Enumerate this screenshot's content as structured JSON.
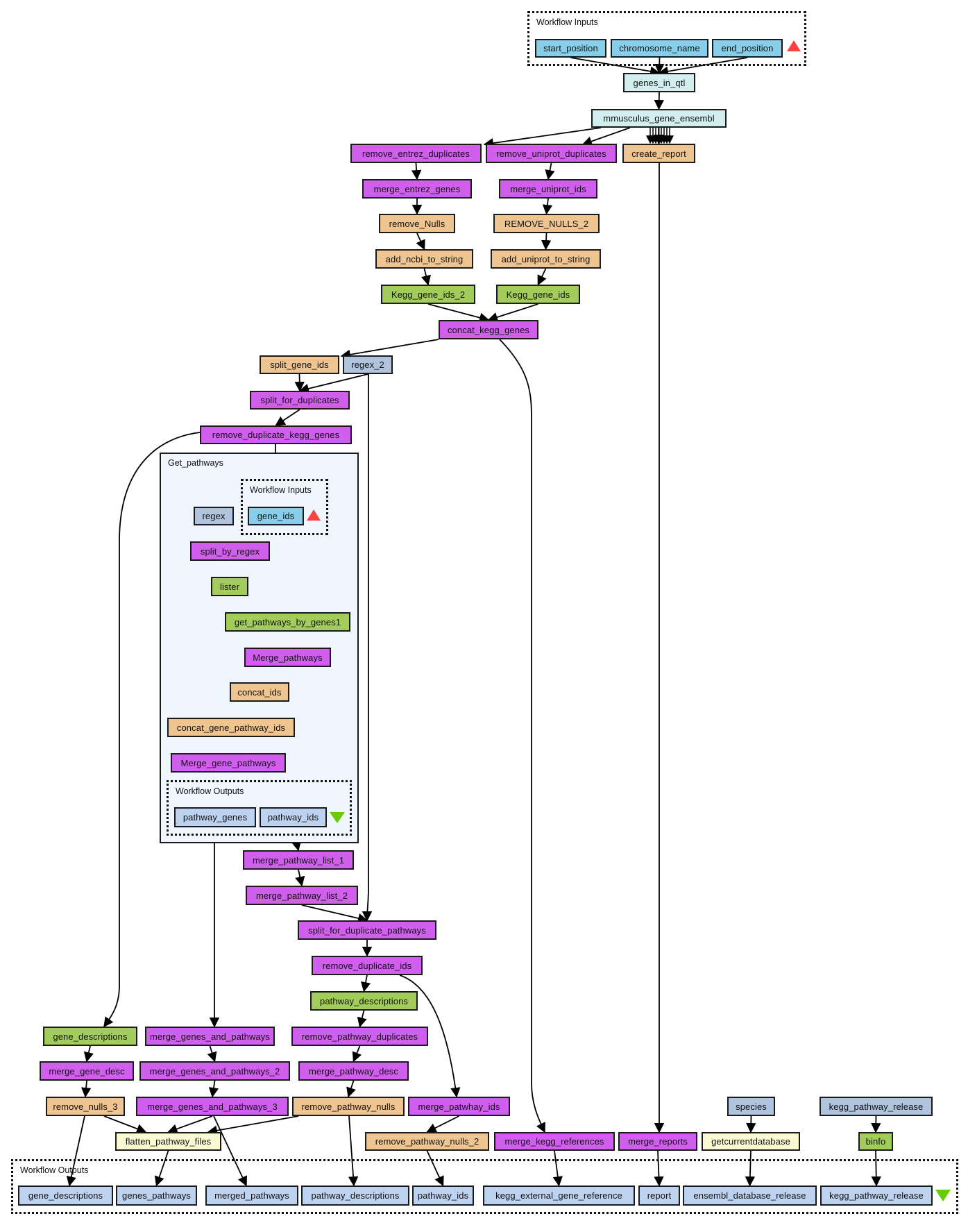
{
  "diagram": {
    "type": "workflow",
    "colors": {
      "input": "#87ceeb",
      "beanshell": "#d15fee",
      "localworker": "#eec591",
      "rest_service": "#a2cd5a",
      "biomart": "#d2eeee",
      "constant": "#b0c4de",
      "xpath": "#fafad2",
      "output": "#bcd2ee",
      "subworkflow_bg": "#eff6fe",
      "input_marker": "#ff4040",
      "output_marker": "#66cd00"
    },
    "groups": {
      "top_inputs": "Workflow Inputs",
      "get_pathways": "Get_pathways",
      "get_pathways_inputs": "Workflow Inputs",
      "get_pathways_outputs": "Workflow Outputs",
      "bottom_outputs": "Workflow Outputs"
    },
    "nodes": [
      {
        "id": "start_position",
        "label": "start_position",
        "kind": "input"
      },
      {
        "id": "chromosome_name",
        "label": "chromosome_name",
        "kind": "input"
      },
      {
        "id": "end_position",
        "label": "end_position",
        "kind": "input"
      },
      {
        "id": "genes_in_qtl",
        "label": "genes_in_qtl",
        "kind": "biomart"
      },
      {
        "id": "mmusculus_gene_ensembl",
        "label": "mmusculus_gene_ensembl",
        "kind": "biomart"
      },
      {
        "id": "remove_entrez_duplicates",
        "label": "remove_entrez_duplicates",
        "kind": "beanshell"
      },
      {
        "id": "remove_uniprot_duplicates",
        "label": "remove_uniprot_duplicates",
        "kind": "beanshell"
      },
      {
        "id": "create_report",
        "label": "create_report",
        "kind": "localworker"
      },
      {
        "id": "merge_entrez_genes",
        "label": "merge_entrez_genes",
        "kind": "beanshell"
      },
      {
        "id": "merge_uniprot_ids",
        "label": "merge_uniprot_ids",
        "kind": "beanshell"
      },
      {
        "id": "remove_Nulls",
        "label": "remove_Nulls",
        "kind": "localworker"
      },
      {
        "id": "REMOVE_NULLS_2",
        "label": "REMOVE_NULLS_2",
        "kind": "localworker"
      },
      {
        "id": "add_ncbi_to_string",
        "label": "add_ncbi_to_string",
        "kind": "localworker"
      },
      {
        "id": "add_uniprot_to_string",
        "label": "add_uniprot_to_string",
        "kind": "localworker"
      },
      {
        "id": "Kegg_gene_ids_2",
        "label": "Kegg_gene_ids_2",
        "kind": "rest_service"
      },
      {
        "id": "Kegg_gene_ids",
        "label": "Kegg_gene_ids",
        "kind": "rest_service"
      },
      {
        "id": "concat_kegg_genes",
        "label": "concat_kegg_genes",
        "kind": "beanshell"
      },
      {
        "id": "split_gene_ids",
        "label": "split_gene_ids",
        "kind": "localworker"
      },
      {
        "id": "regex_2",
        "label": "regex_2",
        "kind": "constant"
      },
      {
        "id": "split_for_duplicates",
        "label": "split_for_duplicates",
        "kind": "beanshell"
      },
      {
        "id": "remove_duplicate_kegg_genes",
        "label": "remove_duplicate_kegg_genes",
        "kind": "beanshell"
      },
      {
        "id": "regex",
        "label": "regex",
        "kind": "constant"
      },
      {
        "id": "gene_ids",
        "label": "gene_ids",
        "kind": "input"
      },
      {
        "id": "split_by_regex",
        "label": "split_by_regex",
        "kind": "beanshell"
      },
      {
        "id": "lister",
        "label": "lister",
        "kind": "rest_service"
      },
      {
        "id": "get_pathways_by_genes1",
        "label": "get_pathways_by_genes1",
        "kind": "rest_service"
      },
      {
        "id": "Merge_pathways",
        "label": "Merge_pathways",
        "kind": "beanshell"
      },
      {
        "id": "concat_ids",
        "label": "concat_ids",
        "kind": "localworker"
      },
      {
        "id": "concat_gene_pathway_ids",
        "label": "concat_gene_pathway_ids",
        "kind": "localworker"
      },
      {
        "id": "Merge_gene_pathways",
        "label": "Merge_gene_pathways",
        "kind": "beanshell"
      },
      {
        "id": "pathway_genes",
        "label": "pathway_genes",
        "kind": "output"
      },
      {
        "id": "pathway_ids_sub",
        "label": "pathway_ids",
        "kind": "output"
      },
      {
        "id": "merge_pathway_list_1",
        "label": "merge_pathway_list_1",
        "kind": "beanshell"
      },
      {
        "id": "merge_pathway_list_2",
        "label": "merge_pathway_list_2",
        "kind": "beanshell"
      },
      {
        "id": "split_for_duplicate_pathways",
        "label": "split_for_duplicate_pathways",
        "kind": "beanshell"
      },
      {
        "id": "remove_duplicate_ids",
        "label": "remove_duplicate_ids",
        "kind": "beanshell"
      },
      {
        "id": "pathway_descriptions_step",
        "label": "pathway_descriptions",
        "kind": "rest_service"
      },
      {
        "id": "gene_descriptions_step",
        "label": "gene_descriptions",
        "kind": "rest_service"
      },
      {
        "id": "merge_genes_and_pathways",
        "label": "merge_genes_and_pathways",
        "kind": "beanshell"
      },
      {
        "id": "remove_pathway_duplicates",
        "label": "remove_pathway_duplicates",
        "kind": "beanshell"
      },
      {
        "id": "merge_gene_desc",
        "label": "merge_gene_desc",
        "kind": "beanshell"
      },
      {
        "id": "merge_genes_and_pathways_2",
        "label": "merge_genes_and_pathways_2",
        "kind": "beanshell"
      },
      {
        "id": "merge_pathway_desc",
        "label": "merge_pathway_desc",
        "kind": "beanshell"
      },
      {
        "id": "remove_nulls_3",
        "label": "remove_nulls_3",
        "kind": "localworker"
      },
      {
        "id": "merge_genes_and_pathways_3",
        "label": "merge_genes_and_pathways_3",
        "kind": "beanshell"
      },
      {
        "id": "remove_pathway_nulls",
        "label": "remove_pathway_nulls",
        "kind": "localworker"
      },
      {
        "id": "merge_patwhay_ids",
        "label": "merge_patwhay_ids",
        "kind": "beanshell"
      },
      {
        "id": "flatten_pathway_files",
        "label": "flatten_pathway_files",
        "kind": "xpath"
      },
      {
        "id": "remove_pathway_nulls_2",
        "label": "remove_pathway_nulls_2",
        "kind": "localworker"
      },
      {
        "id": "merge_kegg_references",
        "label": "merge_kegg_references",
        "kind": "beanshell"
      },
      {
        "id": "merge_reports",
        "label": "merge_reports",
        "kind": "beanshell"
      },
      {
        "id": "getcurrentdatabase",
        "label": "getcurrentdatabase",
        "kind": "xpath"
      },
      {
        "id": "species",
        "label": "species",
        "kind": "constant"
      },
      {
        "id": "kegg_pathway_release_in",
        "label": "kegg_pathway_release",
        "kind": "constant"
      },
      {
        "id": "binfo",
        "label": "binfo",
        "kind": "rest_service"
      },
      {
        "id": "out_gene_descriptions",
        "label": "gene_descriptions",
        "kind": "output"
      },
      {
        "id": "out_genes_pathways",
        "label": "genes_pathways",
        "kind": "output"
      },
      {
        "id": "out_merged_pathways",
        "label": "merged_pathways",
        "kind": "output"
      },
      {
        "id": "out_pathway_descriptions",
        "label": "pathway_descriptions",
        "kind": "output"
      },
      {
        "id": "out_pathway_ids",
        "label": "pathway_ids",
        "kind": "output"
      },
      {
        "id": "out_kegg_external_gene_reference",
        "label": "kegg_external_gene_reference",
        "kind": "output"
      },
      {
        "id": "out_report",
        "label": "report",
        "kind": "output"
      },
      {
        "id": "out_ensembl_database_release",
        "label": "ensembl_database_release",
        "kind": "output"
      },
      {
        "id": "out_kegg_pathway_release",
        "label": "kegg_pathway_release",
        "kind": "output"
      }
    ],
    "edges": [
      [
        "start_position",
        "genes_in_qtl"
      ],
      [
        "chromosome_name",
        "genes_in_qtl"
      ],
      [
        "end_position",
        "genes_in_qtl"
      ],
      [
        "genes_in_qtl",
        "mmusculus_gene_ensembl"
      ],
      [
        "mmusculus_gene_ensembl",
        "remove_entrez_duplicates"
      ],
      [
        "mmusculus_gene_ensembl",
        "remove_uniprot_duplicates"
      ],
      [
        "mmusculus_gene_ensembl",
        "create_report"
      ],
      [
        "remove_entrez_duplicates",
        "merge_entrez_genes"
      ],
      [
        "remove_uniprot_duplicates",
        "merge_uniprot_ids"
      ],
      [
        "merge_entrez_genes",
        "remove_Nulls"
      ],
      [
        "merge_uniprot_ids",
        "REMOVE_NULLS_2"
      ],
      [
        "remove_Nulls",
        "add_ncbi_to_string"
      ],
      [
        "REMOVE_NULLS_2",
        "add_uniprot_to_string"
      ],
      [
        "add_ncbi_to_string",
        "Kegg_gene_ids_2"
      ],
      [
        "add_uniprot_to_string",
        "Kegg_gene_ids"
      ],
      [
        "Kegg_gene_ids_2",
        "concat_kegg_genes"
      ],
      [
        "Kegg_gene_ids",
        "concat_kegg_genes"
      ],
      [
        "concat_kegg_genes",
        "split_gene_ids"
      ],
      [
        "concat_kegg_genes",
        "merge_kegg_references"
      ],
      [
        "split_gene_ids",
        "split_for_duplicates"
      ],
      [
        "regex_2",
        "split_for_duplicates"
      ],
      [
        "regex_2",
        "split_for_duplicate_pathways"
      ],
      [
        "split_for_duplicates",
        "remove_duplicate_kegg_genes"
      ],
      [
        "remove_duplicate_kegg_genes",
        "gene_ids"
      ],
      [
        "remove_duplicate_kegg_genes",
        "gene_descriptions_step"
      ],
      [
        "regex",
        "split_by_regex"
      ],
      [
        "gene_ids",
        "split_by_regex"
      ],
      [
        "split_by_regex",
        "lister"
      ],
      [
        "lister",
        "get_pathways_by_genes1"
      ],
      [
        "lister",
        "concat_gene_pathway_ids"
      ],
      [
        "get_pathways_by_genes1",
        "Merge_pathways"
      ],
      [
        "Merge_pathways",
        "concat_ids"
      ],
      [
        "Merge_pathways",
        "pathway_ids_sub"
      ],
      [
        "concat_ids",
        "concat_gene_pathway_ids"
      ],
      [
        "concat_gene_pathway_ids",
        "Merge_gene_pathways"
      ],
      [
        "Merge_gene_pathways",
        "pathway_genes"
      ],
      [
        "pathway_genes",
        "merge_genes_and_pathways"
      ],
      [
        "pathway_ids_sub",
        "merge_pathway_list_1"
      ],
      [
        "merge_pathway_list_1",
        "merge_pathway_list_2"
      ],
      [
        "merge_pathway_list_2",
        "split_for_duplicate_pathways"
      ],
      [
        "split_for_duplicate_pathways",
        "remove_duplicate_ids"
      ],
      [
        "remove_duplicate_ids",
        "pathway_descriptions_step"
      ],
      [
        "remove_duplicate_ids",
        "merge_patwhay_ids"
      ],
      [
        "pathway_descriptions_step",
        "remove_pathway_duplicates"
      ],
      [
        "gene_descriptions_step",
        "merge_gene_desc"
      ],
      [
        "merge_genes_and_pathways",
        "merge_genes_and_pathways_2"
      ],
      [
        "remove_pathway_duplicates",
        "merge_pathway_desc"
      ],
      [
        "merge_gene_desc",
        "remove_nulls_3"
      ],
      [
        "merge_genes_and_pathways_2",
        "merge_genes_and_pathways_3"
      ],
      [
        "merge_pathway_desc",
        "remove_pathway_nulls"
      ],
      [
        "remove_nulls_3",
        "flatten_pathway_files"
      ],
      [
        "merge_genes_and_pathways_3",
        "flatten_pathway_files"
      ],
      [
        "remove_pathway_nulls",
        "flatten_pathway_files"
      ],
      [
        "merge_patwhay_ids",
        "remove_pathway_nulls_2"
      ],
      [
        "create_report",
        "merge_reports"
      ],
      [
        "species",
        "getcurrentdatabase"
      ],
      [
        "kegg_pathway_release_in",
        "binfo"
      ],
      [
        "remove_nulls_3",
        "out_gene_descriptions"
      ],
      [
        "flatten_pathway_files",
        "out_genes_pathways"
      ],
      [
        "merge_genes_and_pathways_3",
        "out_merged_pathways"
      ],
      [
        "remove_pathway_nulls",
        "out_pathway_descriptions"
      ],
      [
        "remove_pathway_nulls_2",
        "out_pathway_ids"
      ],
      [
        "merge_kegg_references",
        "out_kegg_external_gene_reference"
      ],
      [
        "merge_reports",
        "out_report"
      ],
      [
        "getcurrentdatabase",
        "out_ensembl_database_release"
      ],
      [
        "binfo",
        "out_kegg_pathway_release"
      ]
    ]
  }
}
